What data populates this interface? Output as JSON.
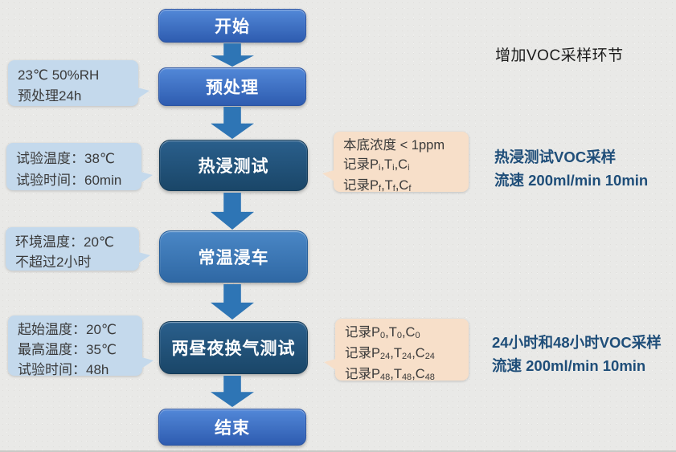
{
  "flow": {
    "nodes": [
      {
        "id": "start",
        "label": "开始"
      },
      {
        "id": "pretreat",
        "label": "预处理"
      },
      {
        "id": "hot-soak",
        "label": "热浸测试"
      },
      {
        "id": "ambient-soak",
        "label": "常温浸车"
      },
      {
        "id": "diurnal-test",
        "label": "两昼夜换气测试"
      },
      {
        "id": "end",
        "label": "结束"
      }
    ]
  },
  "left_callouts": [
    {
      "lines": [
        "23℃ 50%RH",
        "预处理24h"
      ]
    },
    {
      "lines": [
        "试验温度：38℃",
        "试验时间：60min"
      ]
    },
    {
      "lines": [
        "环境温度：20℃",
        "不超过2小时"
      ]
    },
    {
      "lines": [
        "起始温度：20℃",
        "最高温度：35℃",
        "试验时间：48h"
      ]
    }
  ],
  "right_callouts": {
    "hot": {
      "line1": "本底浓度 < 1ppm",
      "line2": [
        {
          "t": "记录P"
        },
        {
          "t": "i",
          "sub": true
        },
        {
          "t": ",T"
        },
        {
          "t": "i",
          "sub": true
        },
        {
          "t": ",C"
        },
        {
          "t": "i",
          "sub": true
        }
      ],
      "line3": [
        {
          "t": "记录P"
        },
        {
          "t": "f",
          "sub": true
        },
        {
          "t": ",T"
        },
        {
          "t": "f",
          "sub": true
        },
        {
          "t": ",C"
        },
        {
          "t": "f",
          "sub": true
        }
      ]
    },
    "diurnal": {
      "line1": [
        {
          "t": "记录P"
        },
        {
          "t": "0",
          "sub": true
        },
        {
          "t": ",T"
        },
        {
          "t": "0",
          "sub": true
        },
        {
          "t": ",C"
        },
        {
          "t": "0",
          "sub": true
        }
      ],
      "line2": [
        {
          "t": "记录P"
        },
        {
          "t": "24",
          "sub": true
        },
        {
          "t": ",T"
        },
        {
          "t": "24",
          "sub": true
        },
        {
          "t": ",C"
        },
        {
          "t": "24",
          "sub": true
        }
      ],
      "line3": [
        {
          "t": "记录P"
        },
        {
          "t": "48",
          "sub": true
        },
        {
          "t": ",T"
        },
        {
          "t": "48",
          "sub": true
        },
        {
          "t": ",C"
        },
        {
          "t": "48",
          "sub": true
        }
      ]
    }
  },
  "annotations": {
    "title": "增加VOC采样环节",
    "hot_sampling": {
      "line1": "热浸测试VOC采样",
      "line2": "流速 200ml/min 10min"
    },
    "diurnal_sampling": {
      "line1": "24小时和48小时VOC采样",
      "line2": "流速 200ml/min 10min"
    }
  },
  "colors": {
    "background": "#e9e9e7",
    "node_blue": "#3a6cc0",
    "node_medium": "#3c77b5",
    "node_dark": "#1f4e74",
    "arrow": "#2e75b5",
    "callout_blue": "#c4d9ec",
    "callout_peach": "#f7dfc9",
    "annotation_blue": "#1f4e79"
  }
}
